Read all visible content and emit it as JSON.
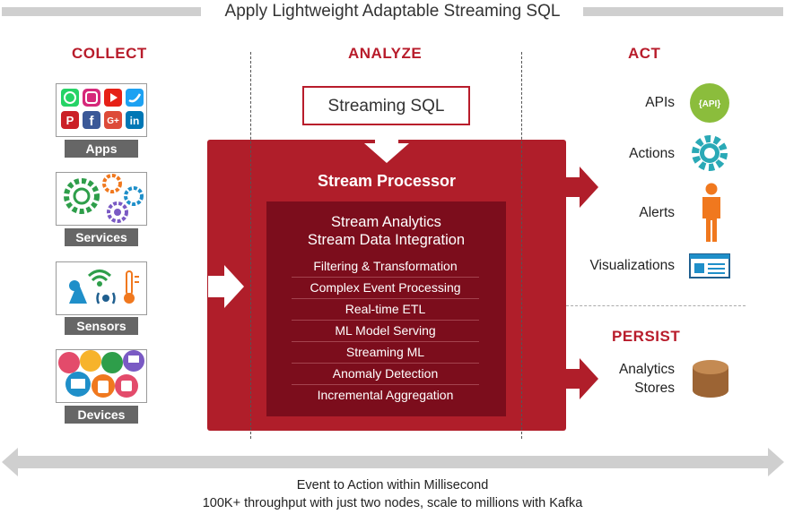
{
  "title": "Apply Lightweight Adaptable Streaming SQL",
  "columns": {
    "collect": "COLLECT",
    "analyze": "ANALYZE",
    "act": "ACT",
    "persist": "PERSIST"
  },
  "sources": [
    {
      "label": "Apps"
    },
    {
      "label": "Services"
    },
    {
      "label": "Sensors"
    },
    {
      "label": "Devices"
    }
  ],
  "streaming_sql": "Streaming SQL",
  "processor": {
    "title": "Stream Processor",
    "inner_title_1": "Stream Analytics",
    "inner_title_2": "Stream Data Integration",
    "features": [
      "Filtering & Transformation",
      "Complex Event Processing",
      "Real-time ETL",
      "ML Model Serving",
      "Streaming ML",
      "Anomaly Detection",
      "Incremental Aggregation"
    ]
  },
  "act_items": [
    {
      "label": "APIs",
      "icon": "api-icon",
      "icon_text": "{API}"
    },
    {
      "label": "Actions",
      "icon": "gear-icon"
    },
    {
      "label": "Alerts",
      "icon": "person-icon"
    },
    {
      "label": "Visualizations",
      "icon": "dashboard-icon"
    }
  ],
  "persist_item": {
    "label_line1": "Analytics",
    "label_line2": "Stores",
    "icon": "database-icon"
  },
  "footer": {
    "line1": "Event to Action within Millisecond",
    "line2": "100K+ throughput with just two nodes, scale to millions with Kafka"
  },
  "colors": {
    "red": "#b01e2a",
    "dark_red": "#7c0d1c",
    "heading_red": "#b81c2b",
    "teal": "#2aa9b6",
    "orange": "#f0781e",
    "green": "#8bbd3c"
  }
}
